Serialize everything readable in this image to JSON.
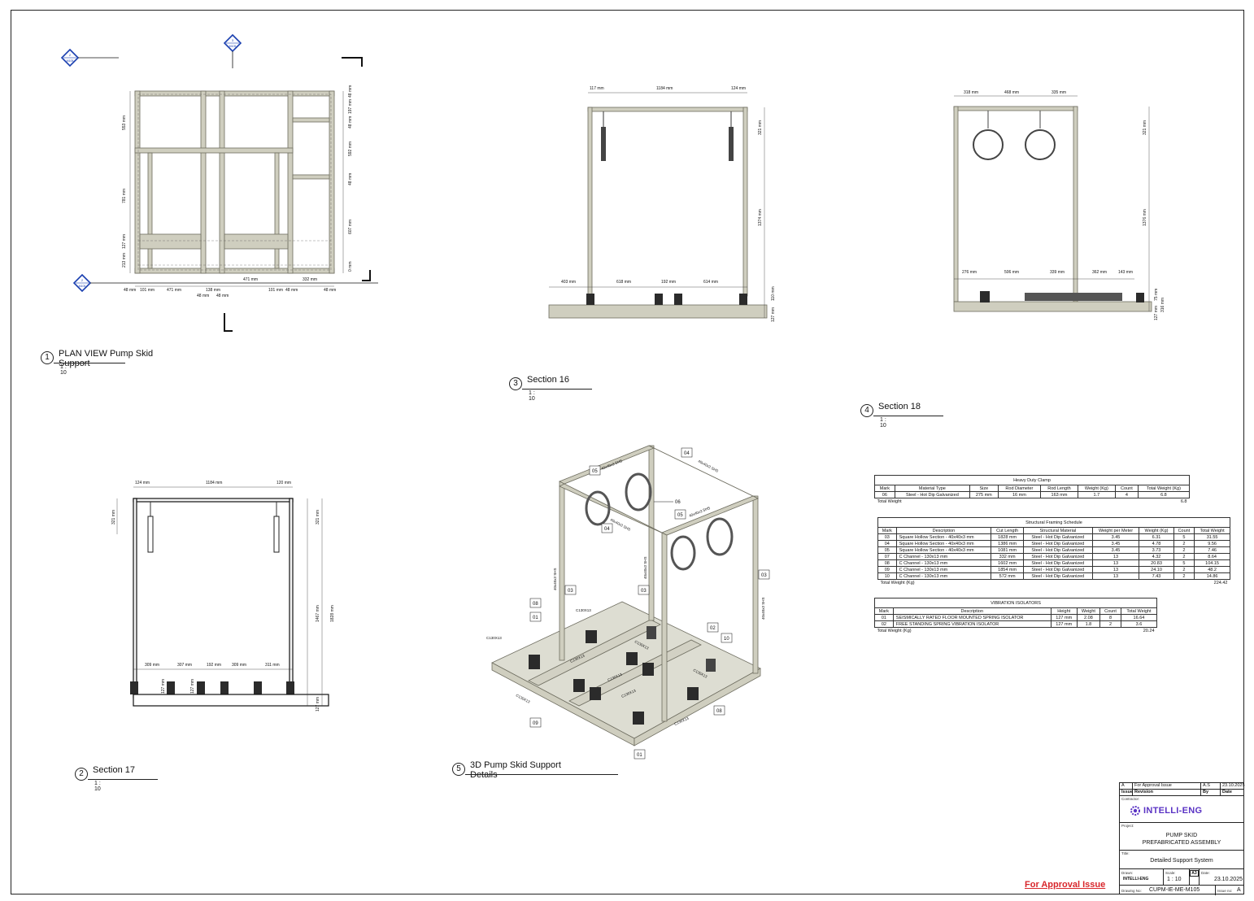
{
  "views": {
    "plan": {
      "number": "1",
      "name": "PLAN VIEW Pump Skid Support",
      "scale": "1 : 10",
      "marker_top": "3",
      "marker_top_sub": "M105",
      "marker_left": "2",
      "marker_left_sub": "M105",
      "marker_bottom": "2",
      "marker_bottom_sub": "M105",
      "dims_bottom": [
        "48 mm",
        "101 mm",
        "471 mm",
        "138 mm",
        "471 mm",
        "101 mm",
        "48 mm",
        "332 mm",
        "48 mm"
      ],
      "dims_bottom_sub": [
        "48 mm",
        "48 mm"
      ],
      "dims_left": [
        "553 mm",
        "781 mm",
        "127 mm",
        "213 mm"
      ],
      "dims_right": [
        "48 mm",
        "197 mm",
        "48 mm",
        "592 mm",
        "48 mm",
        "607 mm",
        "0 mm"
      ]
    },
    "section16": {
      "number": "3",
      "name": "Section 16",
      "scale": "1 : 10",
      "dims_top": [
        "117 mm",
        "1184 mm",
        "124 mm"
      ],
      "dims_bottom": [
        "403 mm",
        "618 mm",
        "192 mm",
        "614 mm"
      ],
      "dims_right": [
        "321 mm",
        "1374 mm",
        "110 mm",
        "127 mm"
      ]
    },
    "section18": {
      "number": "4",
      "name": "Section 18",
      "scale": "1 : 10",
      "dims_top": [
        "318 mm",
        "468 mm",
        "335 mm"
      ],
      "dims_bottom": [
        "276 mm",
        "506 mm",
        "339 mm",
        "362 mm",
        "143 mm"
      ],
      "dims_right": [
        "321 mm",
        "1376 mm",
        "75 mm",
        "127 mm",
        "316 mm"
      ]
    },
    "section17": {
      "number": "2",
      "name": "Section 17",
      "scale": "1 : 10",
      "dims_top": [
        "124 mm",
        "1184 mm",
        "120 mm"
      ],
      "dims_bottom": [
        "309 mm",
        "307 mm",
        "192 mm",
        "309 mm",
        "311 mm"
      ],
      "dims_left": [
        "321 mm"
      ],
      "dims_right": [
        "321 mm",
        "1467 mm",
        "1828 mm",
        "127 mm"
      ],
      "dims_small": [
        "127 mm",
        "127 mm"
      ]
    },
    "details3d": {
      "number": "5",
      "name": "3D Pump Skid Support Details",
      "tags": [
        "04",
        "05",
        "06",
        "05",
        "04",
        "03",
        "03",
        "03",
        "08",
        "01",
        "02",
        "10",
        "09",
        "08",
        "01"
      ],
      "labels": [
        "40x40x3 SHS",
        "40x40x3 SHS",
        "40x40x3 SHS",
        "40x40x3 SHS",
        "40x40x3 SHS",
        "40x40x3 SHS",
        "40x40x3 SHS",
        "C130X13",
        "C130X13",
        "C130X13",
        "C130X13",
        "C130X13",
        "C130X13",
        "C130X13",
        "C130X13",
        "C130X13"
      ]
    }
  },
  "clamp_schedule": {
    "title": "Heavy Duty Clamp",
    "headers": [
      "Mark",
      "Material Type",
      "Size",
      "Rod Diameter",
      "Rod Length",
      "Weight (Kg)",
      "Count",
      "Total Weight (Kg)"
    ],
    "rows": [
      [
        "06",
        "Steel - Hot Dip Galvanized",
        "275 mm",
        "16 mm",
        "163 mm",
        "1.7",
        "4",
        "6.8"
      ]
    ],
    "total_label": "Total Weight",
    "total_value": "6.8"
  },
  "framing_schedule": {
    "title": "Structural Framing Schedule",
    "headers": [
      "Mark",
      "Description",
      "Cut Length",
      "Structural Material",
      "Weight per Meter",
      "Weight (Kg)",
      "Count",
      "Total Weight"
    ],
    "rows": [
      [
        "03",
        "Square Hollow Section - 40x40x3 mm",
        "1828 mm",
        "Steel - Hot Dip Galvanized",
        "3.45",
        "6.31",
        "5",
        "31.55"
      ],
      [
        "04",
        "Square Hollow Section - 40x40x3 mm",
        "1386 mm",
        "Steel - Hot Dip Galvanized",
        "3.45",
        "4.78",
        "2",
        "9.56"
      ],
      [
        "05",
        "Square Hollow Section - 40x40x3 mm",
        "1081 mm",
        "Steel - Hot Dip Galvanized",
        "3.45",
        "3.73",
        "2",
        "7.46"
      ],
      [
        "07",
        "C Channel - 130x13 mm",
        "332 mm",
        "Steel - Hot Dip Galvanized",
        "13",
        "4.32",
        "2",
        "8.64"
      ],
      [
        "08",
        "C Channel - 130x13 mm",
        "1602 mm",
        "Steel - Hot Dip Galvanized",
        "13",
        "20.83",
        "5",
        "104.15"
      ],
      [
        "09",
        "C Channel - 130x13 mm",
        "1854 mm",
        "Steel - Hot Dip Galvanized",
        "13",
        "24.10",
        "2",
        "48.2"
      ],
      [
        "10",
        "C Channel - 130x13 mm",
        "572 mm",
        "Steel - Hot Dip Galvanized",
        "13",
        "7.43",
        "2",
        "14.86"
      ]
    ],
    "total_label": "Total Weight (Kg)",
    "total_value": "224.42"
  },
  "isolator_schedule": {
    "title": "VIBRATION ISOLATORS",
    "headers": [
      "Mark",
      "Description",
      "Height",
      "Weight",
      "Count",
      "Total Weight"
    ],
    "rows": [
      [
        "01",
        "SEISMICALLY RATED FLOOR MOUNTED SPRING ISOLATOR",
        "127 mm",
        "2.08",
        "8",
        "16.64"
      ],
      [
        "02",
        "FREE STANDING SPRING VIBRATION ISOLATOR",
        "127 mm",
        "1.8",
        "2",
        "3.6"
      ]
    ],
    "total_label": "Total Weight (Kg)",
    "total_value": "20.24"
  },
  "title_block": {
    "rev_issue": "A",
    "rev_desc": "For Approval Issue",
    "rev_by": "A.S",
    "rev_date": "23.10.2025",
    "hdr_issue": "Issue",
    "hdr_revision": "Revision",
    "hdr_by": "By",
    "hdr_date": "Date",
    "lbl_contractor": "Contractor:",
    "logo_text": "INTELLI-ENG",
    "lbl_project": "Project:",
    "project_line1": "PUMP SKID",
    "project_line2": "PREFABRICATED ASSEMBLY",
    "lbl_title": "Title:",
    "title": "Detailed Support System",
    "lbl_drawn": "Drawn:",
    "drawn": "INTELLI-ENG",
    "lbl_scale": "Scale:",
    "scale": "1 : 10",
    "sheet_size": "A3",
    "lbl_date": "Date:",
    "date": "23.10.2025",
    "lbl_drawing_no": "Drawing No:",
    "drawing_no": "CUPM-IE-ME-M105",
    "lbl_issue": "Issue no:",
    "issue": "A"
  },
  "approval_stamp": "For Approval Issue",
  "colors": {
    "steel": "#cfcebf",
    "steel_edge": "#6e6d60",
    "isolator": "#2b2b2b",
    "logo": "#5a33c4",
    "stamp": "#d8262b"
  }
}
